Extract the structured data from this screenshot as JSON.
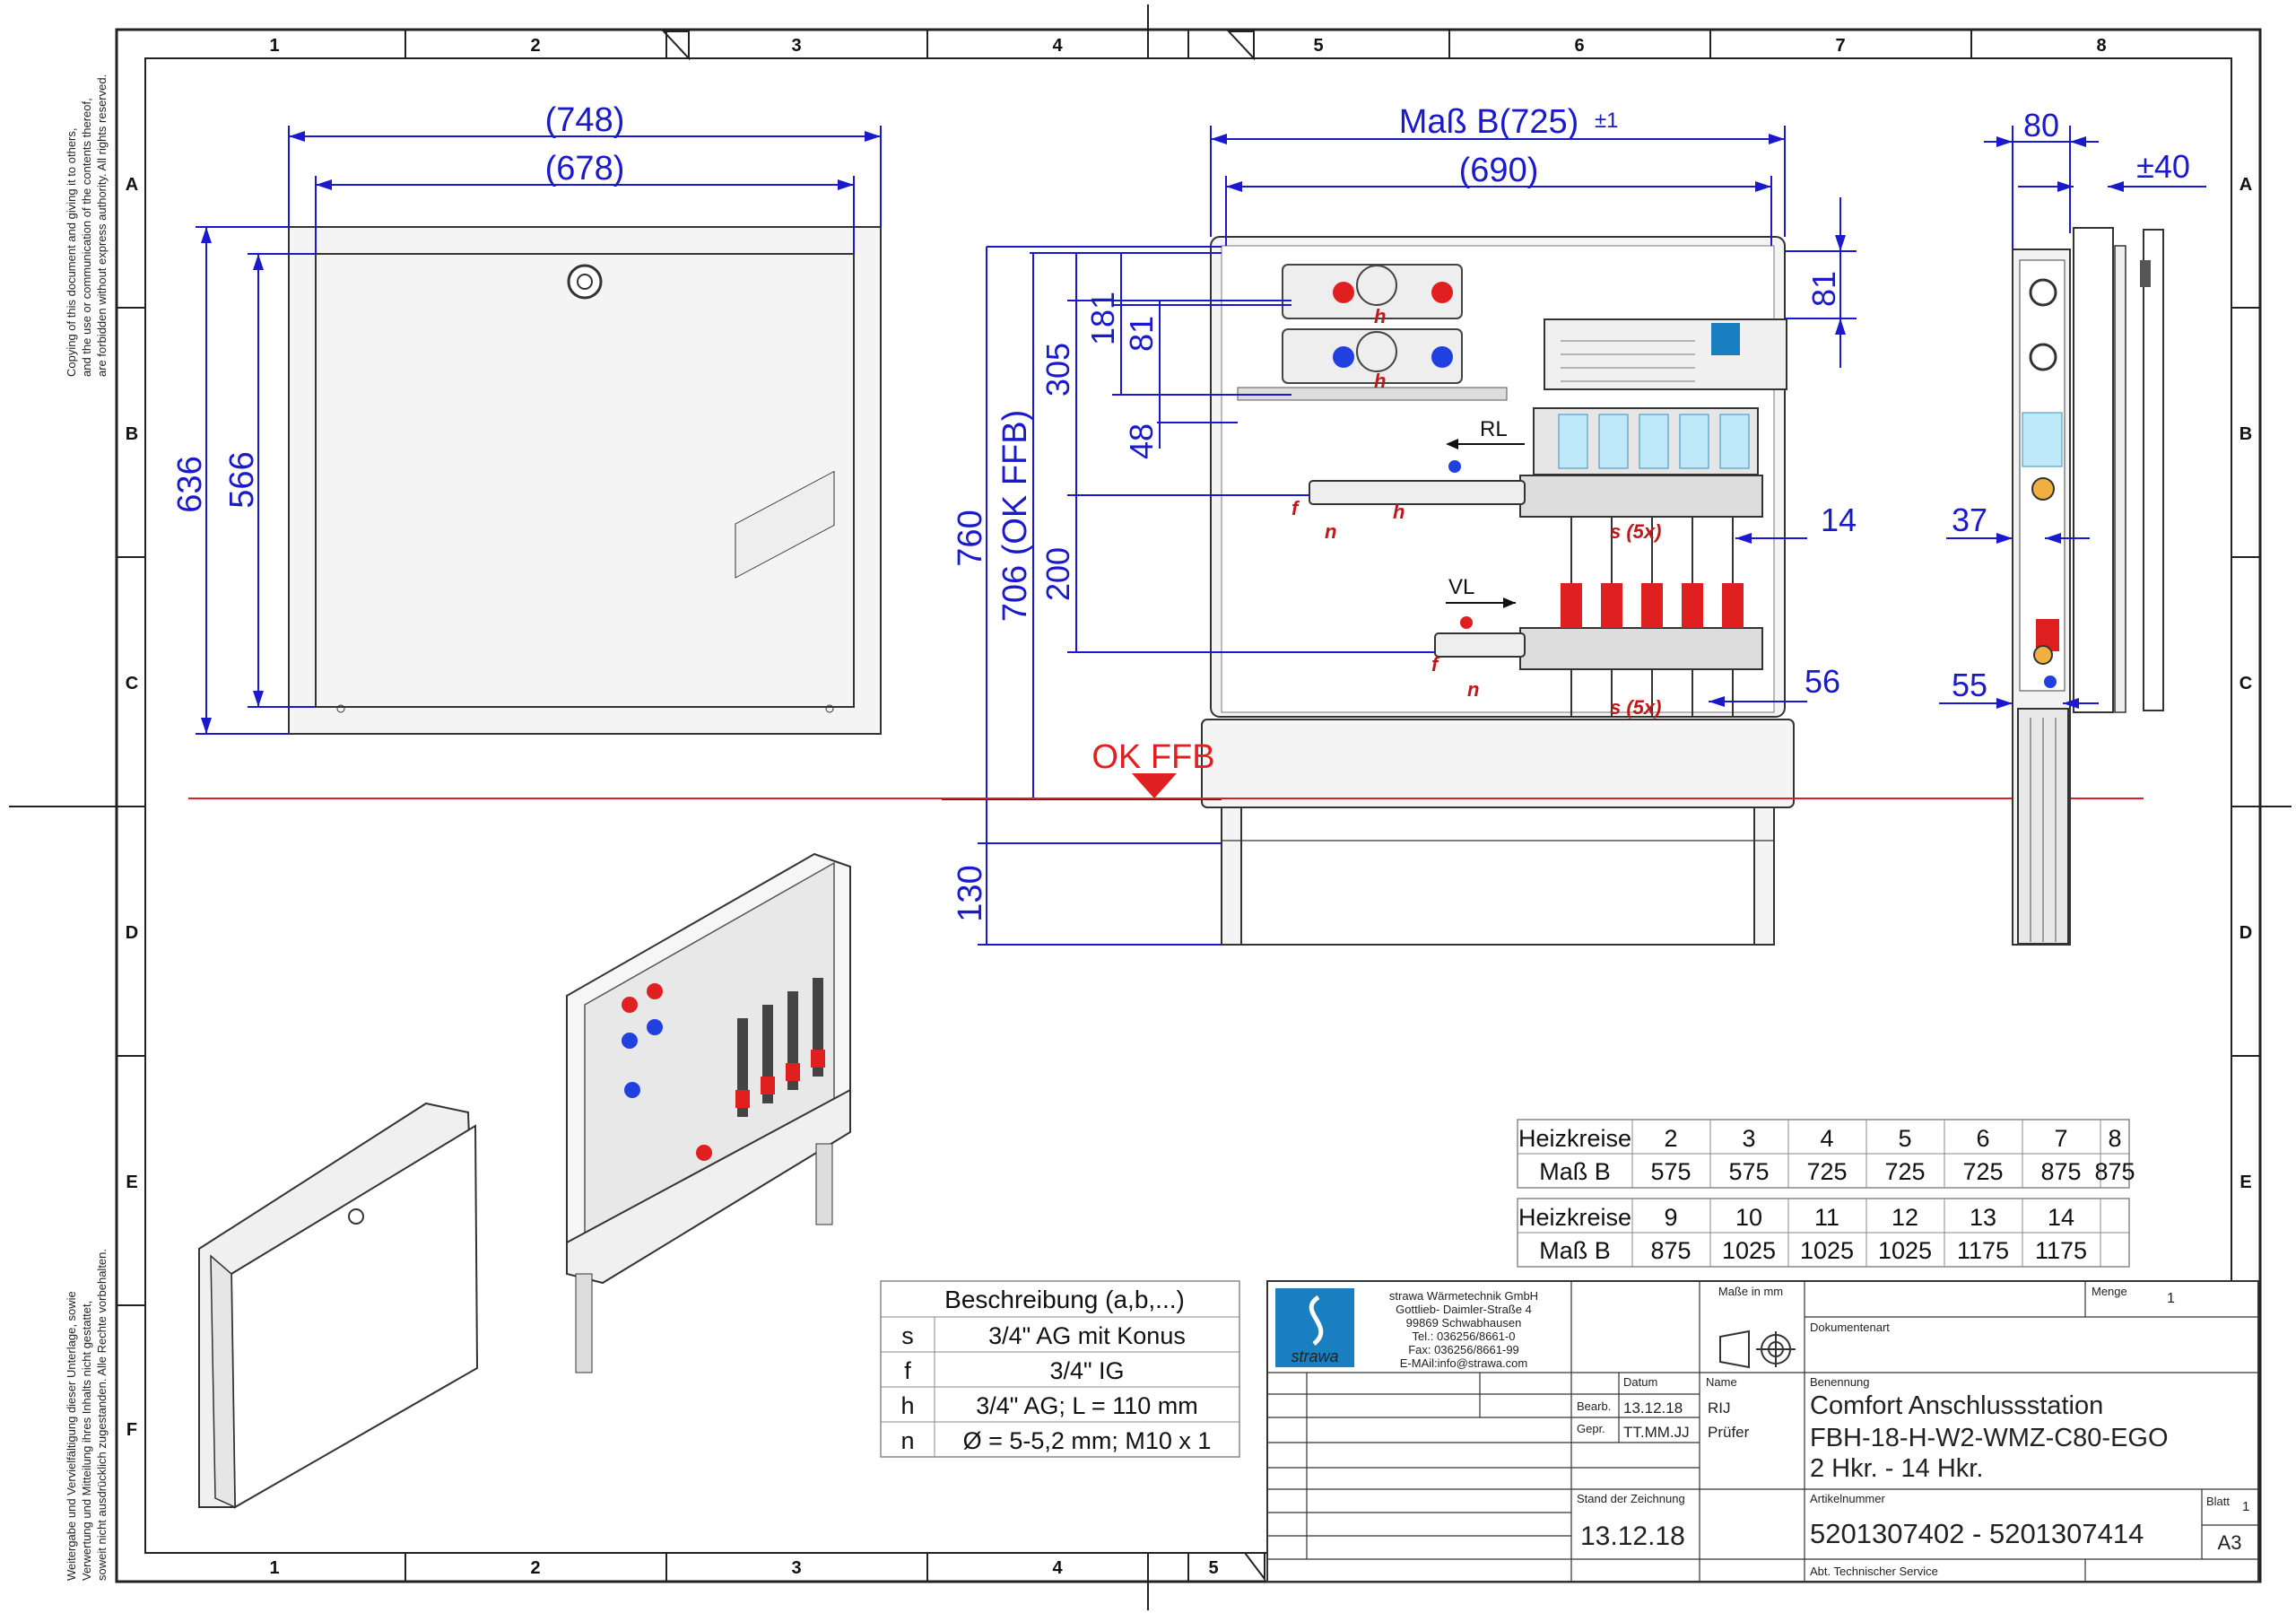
{
  "grid": {
    "cols": [
      "1",
      "2",
      "3",
      "4",
      "5",
      "6",
      "7",
      "8"
    ],
    "rows": [
      "A",
      "B",
      "C",
      "D",
      "E",
      "F"
    ]
  },
  "copyright_top": [
    "Copying of this document and giving it to others,",
    "and the use or communication of the contents thereof,",
    "are forbidden without express authority. All rights reserved."
  ],
  "copyright_bottom": [
    "Weitergabe und Vervielfältigung dieser Unterlage, sowie",
    "Verwertung und Mitteilung ihres Inhalts nicht gestattet,",
    "soweit nicht ausdrücklich zugestanden. Alle Rechte vorbehalten."
  ],
  "front_view": {
    "width_outer": "(748)",
    "width_inner": "(678)",
    "height_outer": "636",
    "height_inner": "566"
  },
  "main_view": {
    "width_b": "Maß B(725)",
    "width_b_tol": "±1",
    "width_inner": "(690)",
    "dim_81_right": "81",
    "dim_181": "181",
    "dim_81_left": "81",
    "dim_305": "305",
    "dim_48": "48",
    "dim_200": "200",
    "dim_760": "760",
    "dim_706": "706 (OK FFB)",
    "dim_130": "130",
    "dim_14": "14",
    "dim_56": "56",
    "label_rl": "RL",
    "label_vl": "VL",
    "label_ok_ffb": "OK FFB",
    "letters": [
      "h",
      "h",
      "f",
      "n",
      "h",
      "f",
      "n",
      "s (5x)",
      "s (5x)"
    ]
  },
  "side_view": {
    "dim_80": "80",
    "dim_40": "±40",
    "dim_37": "37",
    "dim_55": "55"
  },
  "table_heizkreise": {
    "row_label_1": "Heizkreise",
    "row_label_2": "Maß B",
    "top_circuits": [
      "2",
      "3",
      "4",
      "5",
      "6",
      "7",
      "8"
    ],
    "top_widths": [
      "575",
      "575",
      "725",
      "725",
      "725",
      "875",
      "875"
    ],
    "bottom_circuits": [
      "9",
      "10",
      "11",
      "12",
      "13",
      "14"
    ],
    "bottom_widths": [
      "875",
      "1025",
      "1025",
      "1025",
      "1175",
      "1175"
    ],
    "highlight_index": 3,
    "highlight_color": "#1a6fa8"
  },
  "table_beschreibung": {
    "header": "Beschreibung (a,b,...)",
    "rows": [
      {
        "key": "s",
        "value": "3/4\" AG mit Konus"
      },
      {
        "key": "f",
        "value": "3/4\" IG"
      },
      {
        "key": "h",
        "value": "3/4\" AG; L = 110 mm"
      },
      {
        "key": "n",
        "value": "Ø = 5-5,2 mm; M10 x 1"
      }
    ]
  },
  "title_block": {
    "company_lines": [
      "strawa Wärmetechnik GmbH",
      "Gottlieb- Daimler-Straße 4",
      "99869 Schwabhausen",
      "Tel.: 036256/8661-0",
      "Fax: 036256/8661-99",
      "E-MAil:info@strawa.com"
    ],
    "logo_text": "strawa",
    "masse_label": "Maße in mm",
    "menge_label": "Menge",
    "menge_value": "1",
    "dokumentenart_label": "Dokumentenart",
    "datum_label": "Datum",
    "name_label": "Name",
    "bearb_label": "Bearb.",
    "bearb_date": "13.12.18",
    "bearb_name": "RIJ",
    "gepr_label": "Gepr.",
    "gepr_date": "TT.MM.JJ",
    "gepr_name": "Prüfer",
    "benennung_label": "Benennung",
    "benennung_lines": [
      "Comfort Anschlussstation",
      "FBH-18-H-W2-WMZ-C80-EGO",
      "2 Hkr. - 14 Hkr."
    ],
    "stand_label": "Stand der Zeichnung",
    "stand_value": "13.12.18",
    "artikel_label": "Artikelnummer",
    "artikel_value": "5201307402 - 5201307414",
    "blatt_label": "Blatt",
    "blatt_value": "1",
    "format_value": "A3",
    "abteilung": "Abt. Technischer Service",
    "logo_color": "#1a7fc0"
  }
}
